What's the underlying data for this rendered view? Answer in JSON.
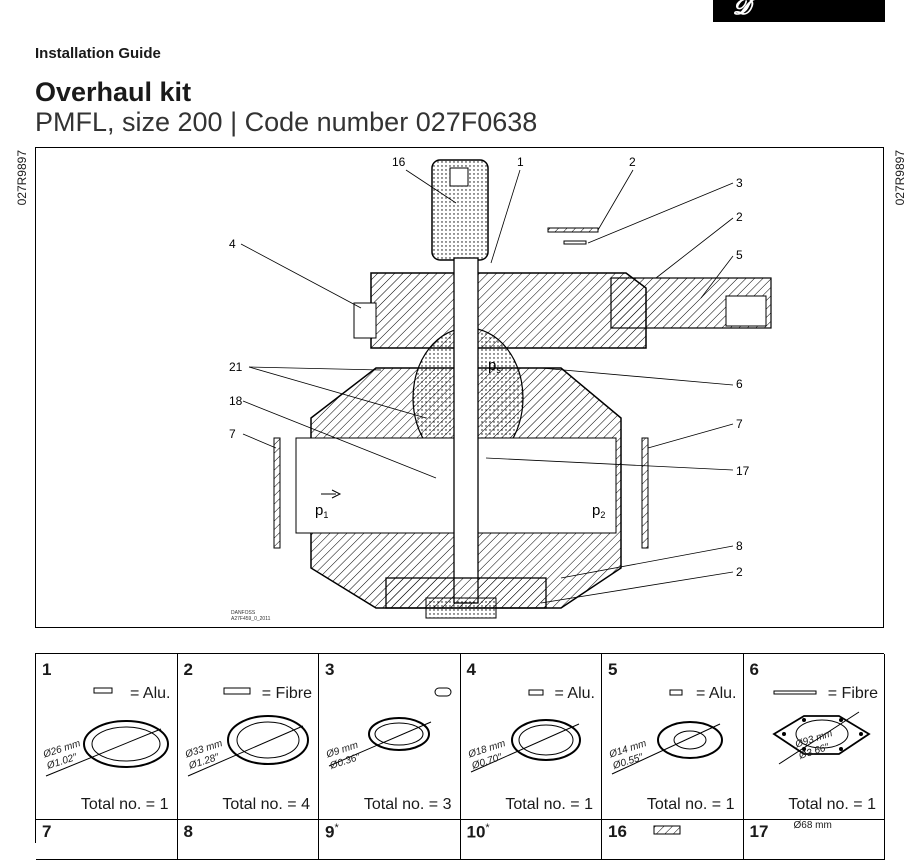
{
  "header": {
    "guide": "Installation Guide",
    "title": "Overhaul kit",
    "subtitle": "PMFL, size 200 | Code number 027F0638",
    "side_code": "027R9897"
  },
  "drawing": {
    "callouts": [
      "16",
      "1",
      "2",
      "3",
      "2",
      "5",
      "4",
      "21",
      "6",
      "18",
      "7",
      "7",
      "17",
      "8",
      "2"
    ],
    "pressure_labels": {
      "ps": "p",
      "ps_sub": "s",
      "p1": "p",
      "p1_sub": "1",
      "p2": "p",
      "p2_sub": "2"
    },
    "stamp_line1": "DANFOSS",
    "stamp_line2": "A27F459_0_2011"
  },
  "parts": [
    {
      "num": "1",
      "material": "= Alu.",
      "dim1": "Ø26 mm",
      "dim2": "Ø1.02″",
      "total": "Total no. = 1"
    },
    {
      "num": "2",
      "material": "= Fibre",
      "dim1": "Ø33 mm",
      "dim2": "Ø1.28″",
      "total": "Total no. = 4"
    },
    {
      "num": "3",
      "material": "",
      "dim1": "Ø9 mm",
      "dim2": "Ø0.36″",
      "total": "Total no. = 3"
    },
    {
      "num": "4",
      "material": "= Alu.",
      "dim1": "Ø18 mm",
      "dim2": "Ø0.70″",
      "total": "Total no. = 1"
    },
    {
      "num": "5",
      "material": "= Alu.",
      "dim1": "Ø14 mm",
      "dim2": "Ø0.55″",
      "total": "Total no. = 1"
    },
    {
      "num": "6",
      "material": "= Fibre",
      "dim1": "Ø93 mm",
      "dim2": "Ø3.66″",
      "total": "Total no. = 1"
    }
  ],
  "parts_row2": [
    {
      "num": "7",
      "star": ""
    },
    {
      "num": "8",
      "star": ""
    },
    {
      "num": "9",
      "star": "*"
    },
    {
      "num": "10",
      "star": "*"
    },
    {
      "num": "16",
      "star": ""
    },
    {
      "num": "17",
      "star": "",
      "dim": "Ø68 mm"
    }
  ]
}
